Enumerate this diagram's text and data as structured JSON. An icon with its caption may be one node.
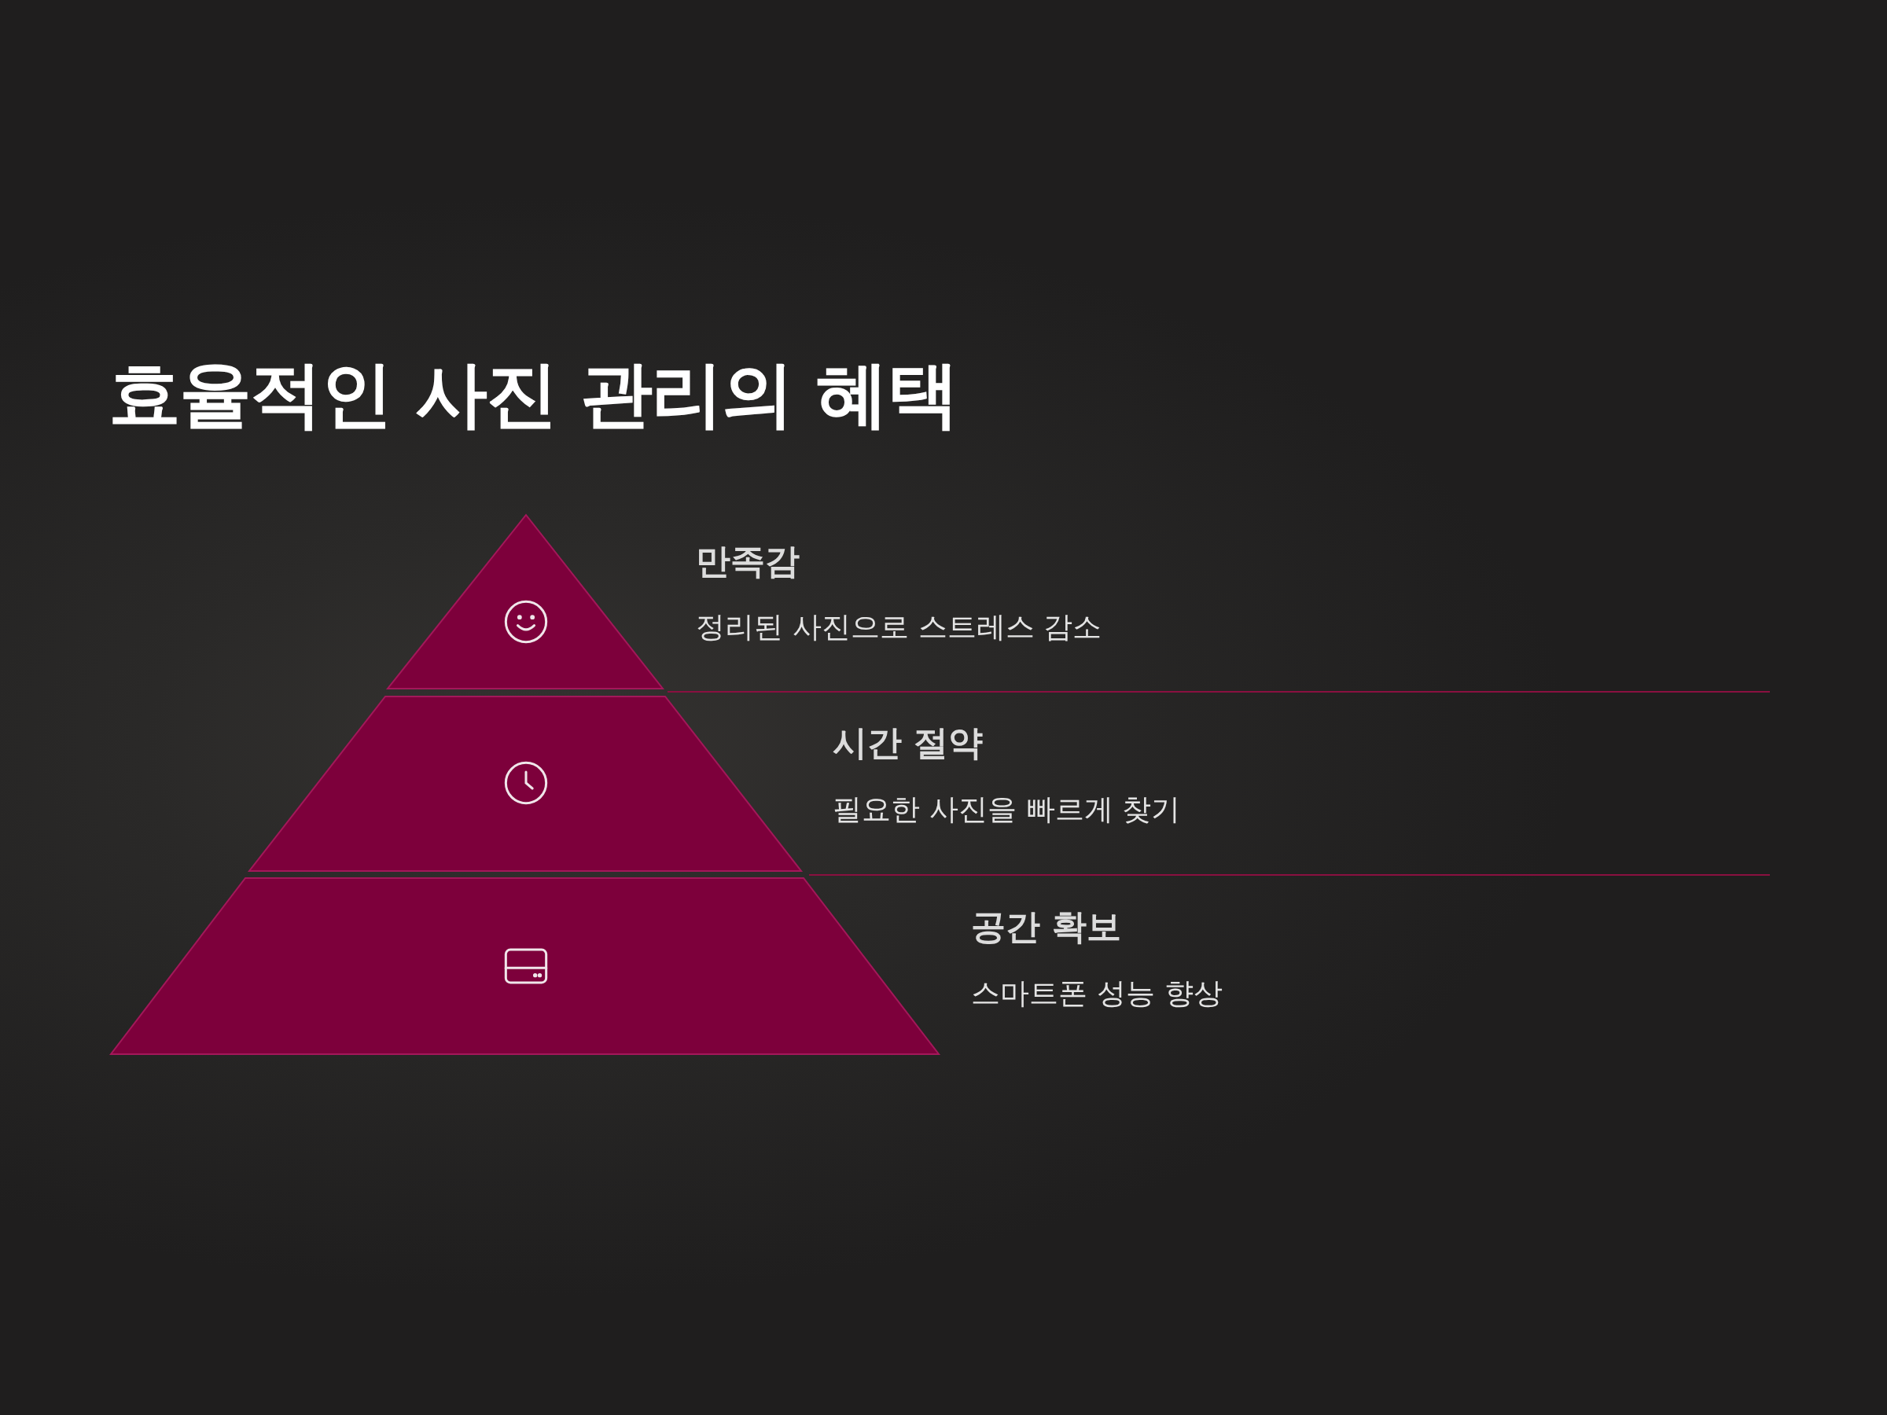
{
  "diagram": {
    "title": "효율적인 사진 관리의 혜택",
    "nodes": [
      {
        "text": [
          "만족감",
          "정리된 사진으로 스트레스 감소"
        ]
      },
      {
        "text": [
          "시간 절약",
          "필요한 사진을 빠르게 찾기"
        ]
      },
      {
        "text": [
          "공간 확보",
          "스마트폰 성능 향상"
        ]
      }
    ]
  }
}
